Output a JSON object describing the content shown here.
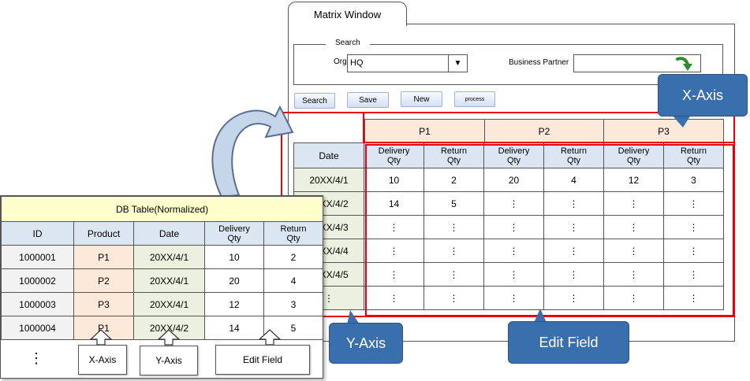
{
  "matrix_window": {
    "title": "Matrix Window",
    "search": {
      "legend": "Search",
      "org_label": "Org",
      "org_value": "HQ",
      "business_partner_label": "Business Partner",
      "business_partner_value": ""
    },
    "buttons": {
      "search": "Search",
      "save": "Save",
      "new": "New",
      "process": "process"
    },
    "grid": {
      "date_header": "Date",
      "products": [
        "P1",
        "P2",
        "P3"
      ],
      "sub_headers": [
        "Delivery\nQty",
        "Return\nQty"
      ],
      "rows": [
        {
          "date": "20XX/4/1",
          "values": [
            "10",
            "2",
            "20",
            "4",
            "12",
            "3"
          ]
        },
        {
          "date": "20XX/4/2",
          "values": [
            "14",
            "5",
            "⋮",
            "⋮",
            "⋮",
            "⋮"
          ]
        },
        {
          "date": "20XX/4/3",
          "values": [
            "⋮",
            "⋮",
            "⋮",
            "⋮",
            "⋮",
            "⋮"
          ]
        },
        {
          "date": "20XX/4/4",
          "values": [
            "⋮",
            "⋮",
            "⋮",
            "⋮",
            "⋮",
            "⋮"
          ]
        },
        {
          "date": "20XX/4/5",
          "values": [
            "⋮",
            "⋮",
            "⋮",
            "⋮",
            "⋮",
            "⋮"
          ]
        },
        {
          "date": "⋮",
          "values": [
            "⋮",
            "⋮",
            "⋮",
            "⋮",
            "⋮",
            "⋮"
          ]
        }
      ]
    }
  },
  "db_table": {
    "title": "DB Table(Normalized)",
    "headers": [
      "ID",
      "Product",
      "Date",
      "Delivery\nQty",
      "Return\nQty"
    ],
    "rows": [
      [
        "1000001",
        "P1",
        "20XX/4/1",
        "10",
        "2"
      ],
      [
        "1000002",
        "P2",
        "20XX/4/1",
        "20",
        "4"
      ],
      [
        "1000003",
        "P3",
        "20XX/4/1",
        "12",
        "3"
      ],
      [
        "1000004",
        "P1",
        "20XX/4/2",
        "14",
        "5"
      ]
    ],
    "ellipsis": "⋮",
    "labels": {
      "x_axis": "X-Axis",
      "y_axis": "Y-Axis",
      "edit_field": "Edit Field"
    }
  },
  "callouts": {
    "x_axis": "X-Axis",
    "y_axis": "Y-Axis",
    "edit_field": "Edit Field"
  },
  "icons": {
    "go": "green-curved-arrow-icon",
    "dropdown": "triangle-down-icon",
    "transform": "curved-arrow-icon"
  },
  "colors": {
    "header_blue": "#dce6f2",
    "header_peach": "#fde9d9",
    "date_green": "#ebf1de",
    "title_yellow": "#ffffcc",
    "highlight_red": "#e8000b",
    "callout_blue": "#3a6fae"
  }
}
